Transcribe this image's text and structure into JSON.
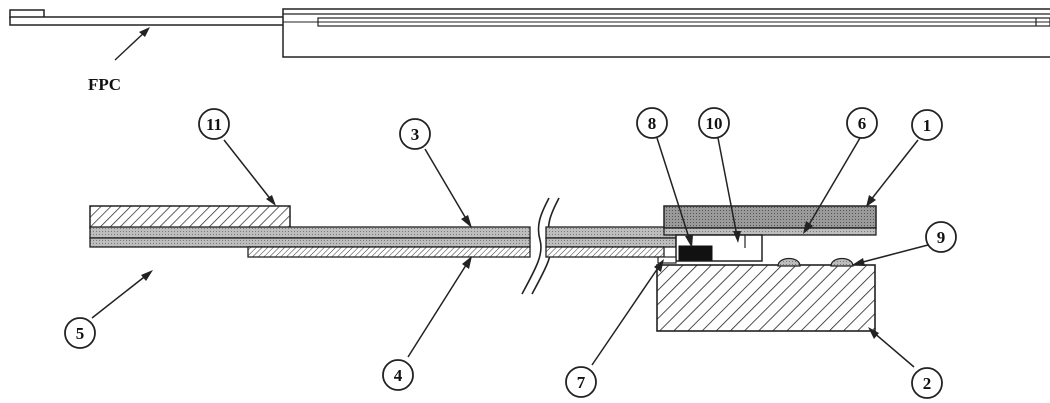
{
  "labels": {
    "fpc": "FPC"
  },
  "callouts": {
    "c1": "1",
    "c2": "2",
    "c3": "3",
    "c4": "4",
    "c5": "5",
    "c6": "6",
    "c7": "7",
    "c8": "8",
    "c9": "9",
    "c10": "10",
    "c11": "11"
  }
}
